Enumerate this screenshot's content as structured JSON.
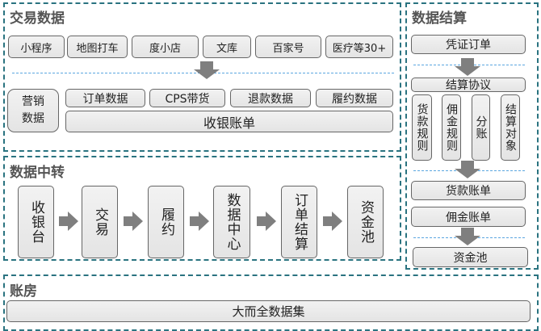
{
  "trade": {
    "title": "交易数据",
    "sources": [
      "小程序",
      "地图打车",
      "度小店",
      "文库",
      "百家号",
      "医疗等30+"
    ],
    "marketing": "营销数据",
    "items": [
      "订单数据",
      "CPS带货",
      "退款数据",
      "履约数据"
    ],
    "cashier_bill": "收银账单"
  },
  "transit": {
    "title": "数据中转",
    "steps": [
      "收银台",
      "交易",
      "履约",
      "数据中心",
      "订单结算",
      "资金池"
    ]
  },
  "settle": {
    "title": "数据结算",
    "voucher": "凭证订单",
    "agreement": "结算协议",
    "rules": [
      "货款规则",
      "佣金规则",
      "分账",
      "结算对象"
    ],
    "goods_bill": "货款账单",
    "commission_bill": "佣金账单",
    "fund_pool": "资金池"
  },
  "ledger": {
    "title": "账房",
    "dataset": "大而全数据集"
  }
}
